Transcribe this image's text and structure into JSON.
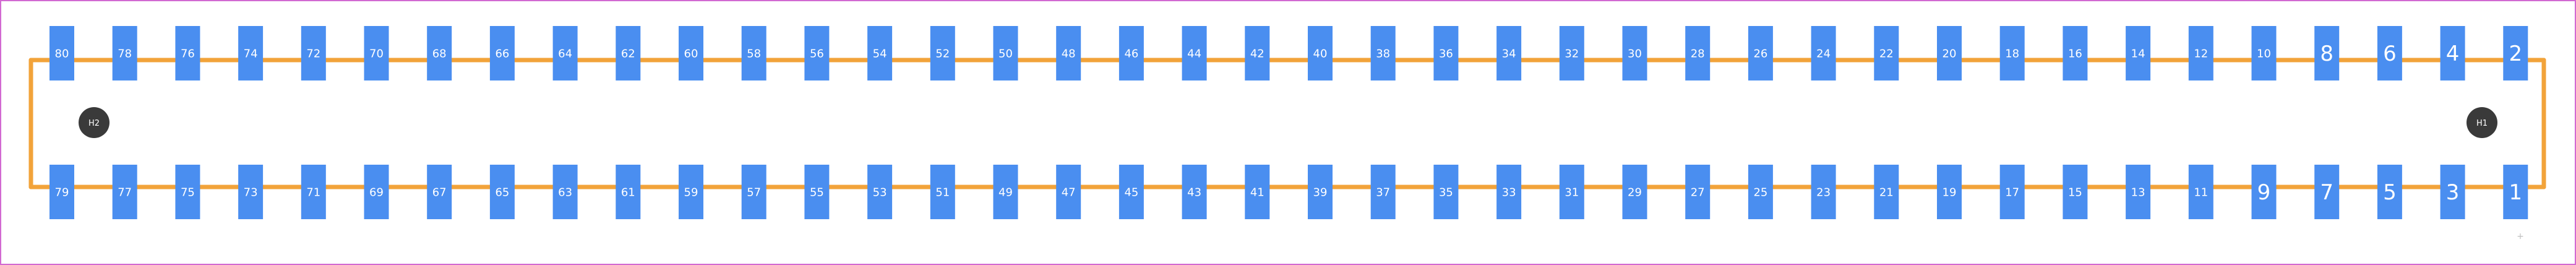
{
  "footprint": {
    "top_pins": [
      "80",
      "78",
      "76",
      "74",
      "72",
      "70",
      "68",
      "66",
      "64",
      "62",
      "60",
      "58",
      "56",
      "54",
      "52",
      "50",
      "48",
      "46",
      "44",
      "42",
      "40",
      "38",
      "36",
      "34",
      "32",
      "30",
      "28",
      "26",
      "24",
      "22",
      "20",
      "18",
      "16",
      "14",
      "12",
      "10",
      "8",
      "6",
      "4",
      "2"
    ],
    "bottom_pins": [
      "79",
      "77",
      "75",
      "73",
      "71",
      "69",
      "67",
      "65",
      "63",
      "61",
      "59",
      "57",
      "55",
      "53",
      "51",
      "49",
      "47",
      "45",
      "43",
      "41",
      "39",
      "37",
      "35",
      "33",
      "31",
      "29",
      "27",
      "25",
      "23",
      "21",
      "19",
      "17",
      "15",
      "13",
      "11",
      "9",
      "7",
      "5",
      "3",
      "1"
    ],
    "mounting_holes": [
      "H2",
      "H1"
    ],
    "origin_marker": "+"
  },
  "colors": {
    "frame_border": "#d26ad2",
    "outline": "#f2a33a",
    "pad": "#4a8ef0",
    "pad_label": "#ffffff",
    "hole": "#3a3a3a"
  }
}
